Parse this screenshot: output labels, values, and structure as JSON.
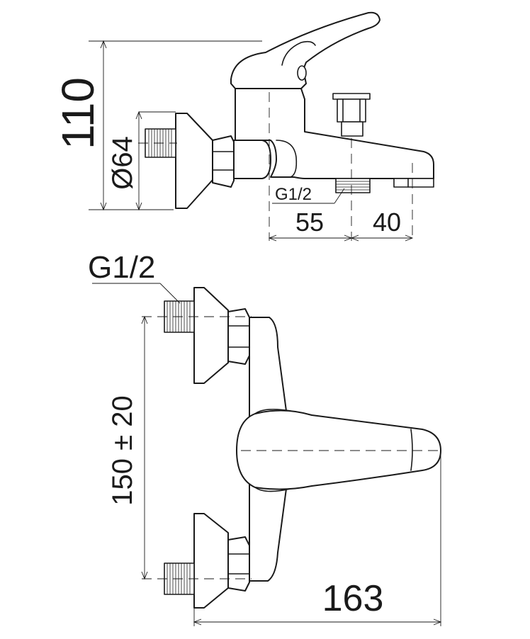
{
  "dimensions": {
    "height_110": "110",
    "diameter_64": "Ø64",
    "thread_side": "G1/2",
    "spacing_55": "55",
    "spacing_40": "40",
    "thread_top": "G1/2",
    "spacing_150": "150 ± 20",
    "width_163": "163"
  }
}
